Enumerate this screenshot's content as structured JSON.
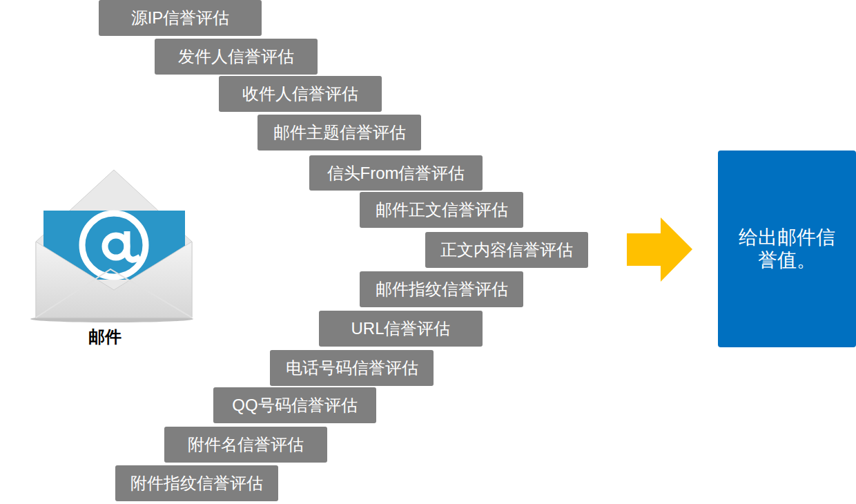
{
  "diagram": {
    "nodes": [
      {
        "text": [
          "源IP信誉评估"
        ]
      },
      {
        "text": [
          "发件人信誉评估"
        ]
      },
      {
        "text": [
          "收件人信誉评估"
        ]
      },
      {
        "text": [
          "邮件主题信誉评估"
        ]
      },
      {
        "text": [
          "信头From信誉评估"
        ]
      },
      {
        "text": [
          "邮件正文信誉评估"
        ]
      },
      {
        "text": [
          "正文内容信誉评估"
        ]
      },
      {
        "text": [
          "邮件指纹信誉评估"
        ]
      },
      {
        "text": [
          "URL信誉评估"
        ]
      },
      {
        "text": [
          "电话号码信誉评估"
        ]
      },
      {
        "text": [
          "QQ号码信誉评估"
        ]
      },
      {
        "text": [
          "附件名信誉评估"
        ]
      },
      {
        "text": [
          "附件指纹信誉评估"
        ]
      },
      {
        "text": [
          "给出邮件信誉值。"
        ]
      }
    ],
    "labels": [
      "邮件"
    ]
  }
}
